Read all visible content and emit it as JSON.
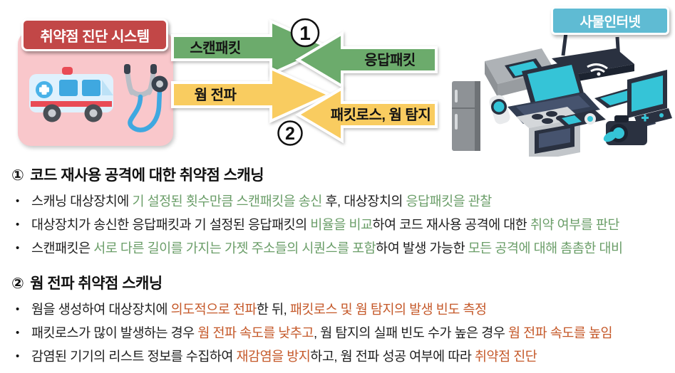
{
  "diagram": {
    "system_box_label": "취약점 진단 시스템",
    "iot_box_label": "사물인터넷",
    "arrow_scan_label": "스캔패킷",
    "arrow_response_label": "응답패킷",
    "arrow_worm_label": "웜 전파",
    "arrow_detect_label": "패킷로스, 웜 탐지",
    "step1": "1",
    "step2": "2"
  },
  "colors": {
    "arrow_green": "#6CAB6C",
    "arrow_yellow": "#F9CC60",
    "system_box_bg": "#C24747",
    "iot_box_bg": "#5FBBD3",
    "card_pink": "#F9C7CB",
    "highlight_green": "#6B9E69",
    "highlight_orange": "#C5592A"
  },
  "sections": [
    {
      "num": "①",
      "title": "코드 재사용 공격에 대한 취약점 스캐닝",
      "bullets": [
        {
          "parts": [
            "스캐닝 대상장치에 ",
            "기 설정된 횟수만큼 스캔패킷을 송신",
            " 후, 대상장치의 ",
            "응답패킷을 관찰"
          ]
        },
        {
          "parts": [
            "대상장치가 송신한 응답패킷과 기 설정된 응답패킷의 ",
            "비율을 비교",
            "하여 코드 재사용 공격에 대한 ",
            "취약 여부를 판단"
          ]
        },
        {
          "parts": [
            "스캔패킷은 ",
            "서로 다른 길이를 가지는 가젯 주소들의 시퀀스를 포함",
            "하여 발생 가능한 ",
            "모든 공격에 대해 촘촘한 대비"
          ]
        }
      ]
    },
    {
      "num": "②",
      "title": "웜 전파 취약점 스캐닝",
      "bullets": [
        {
          "parts": [
            "웜을 생성하여 대상장치에 ",
            "의도적으로 전파",
            "한 뒤, ",
            "패킷로스 및 웜 탐지의 발생 빈도 측정"
          ]
        },
        {
          "parts": [
            "패킷로스가 많이 발생하는 경우 ",
            "웜 전파 속도를 낮추고",
            ", 웜 탐지의 실패 빈도 수가 높은 경우 ",
            "웜 전파 속도를 높임"
          ]
        },
        {
          "parts": [
            "감염된 기기의 리스트 정보를 수집하여 ",
            "재감염을 방지",
            "하고, 웜 전파 성공 여부에 따라 ",
            "취약점 진단"
          ]
        }
      ]
    }
  ]
}
